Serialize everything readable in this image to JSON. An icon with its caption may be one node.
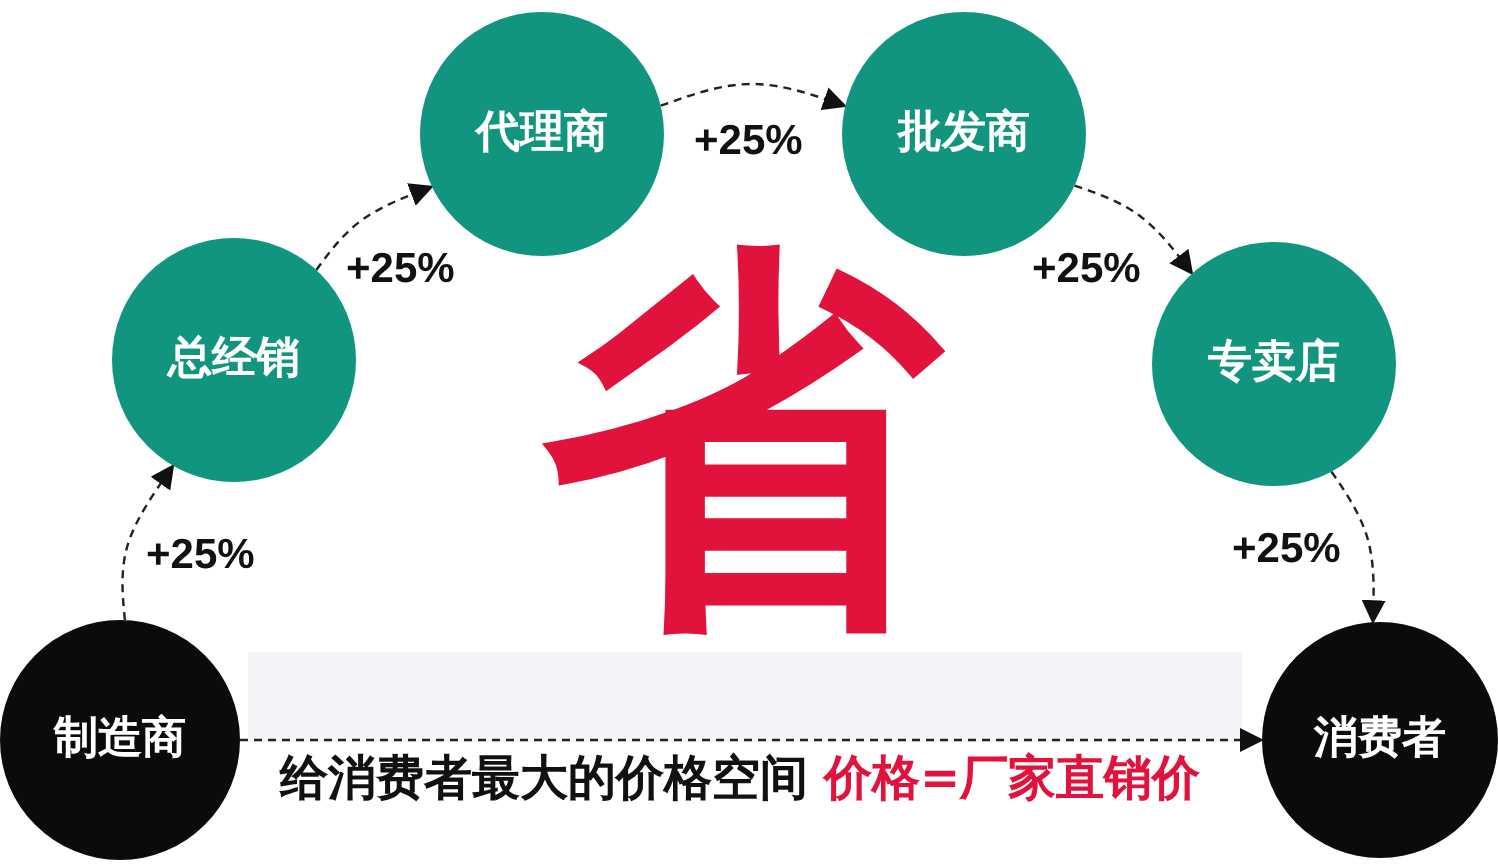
{
  "diagram": {
    "nodes": [
      {
        "text": [
          "制造商"
        ]
      },
      {
        "text": [
          "总经销"
        ]
      },
      {
        "text": [
          "代理商"
        ]
      },
      {
        "text": [
          "批发商"
        ]
      },
      {
        "text": [
          "专卖店"
        ]
      },
      {
        "text": [
          "消费者"
        ]
      }
    ],
    "edges": [
      {
        "from": 0,
        "to": 1,
        "arrow": "to",
        "label": "+25%",
        "style": "dashed"
      },
      {
        "from": 1,
        "to": 2,
        "arrow": "to",
        "label": "+25%",
        "style": "dashed"
      },
      {
        "from": 2,
        "to": 3,
        "arrow": "to",
        "label": "+25%",
        "style": "dashed"
      },
      {
        "from": 3,
        "to": 4,
        "arrow": "to",
        "label": "+25%",
        "style": "dashed"
      },
      {
        "from": 4,
        "to": 5,
        "arrow": "to",
        "label": "+25%",
        "style": "dashed"
      },
      {
        "from": 0,
        "to": 5,
        "arrow": "to",
        "style": "dashed"
      }
    ],
    "labels": [
      "省",
      "给消费者最大的价格空间",
      "价格=厂家直销价"
    ]
  }
}
